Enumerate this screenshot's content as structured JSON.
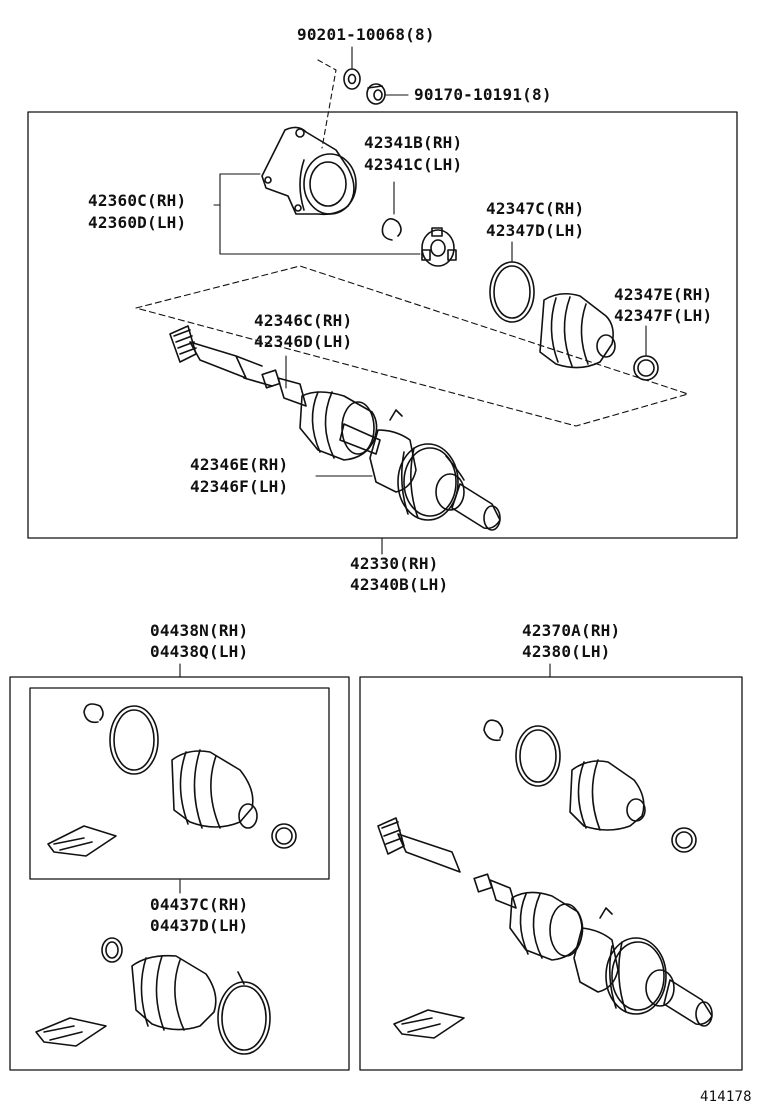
{
  "diagram": {
    "line_color": "#111111",
    "background": "#ffffff",
    "labels": {
      "p90201": "90201-10068(8)",
      "p90170": "90170-10191(8)",
      "p42341B": "42341B(RH)",
      "p42341C": "42341C(LH)",
      "p42360C": "42360C(RH)",
      "p42360D": "42360D(LH)",
      "p42347C": "42347C(RH)",
      "p42347D": "42347D(LH)",
      "p42347E": "42347E(RH)",
      "p42347F": "42347F(LH)",
      "p42346C": "42346C(RH)",
      "p42346D": "42346D(LH)",
      "p42346E": "42346E(RH)",
      "p42346F": "42346F(LH)",
      "p42330": "42330(RH)",
      "p42340B": "42340B(LH)",
      "p04438N": "04438N(RH)",
      "p04438Q": "04438Q(LH)",
      "p04437C": "04437C(RH)",
      "p04437D": "04437D(LH)",
      "p42370A": "42370A(RH)",
      "p42380": "42380(LH)",
      "figure_number": "414178"
    }
  }
}
